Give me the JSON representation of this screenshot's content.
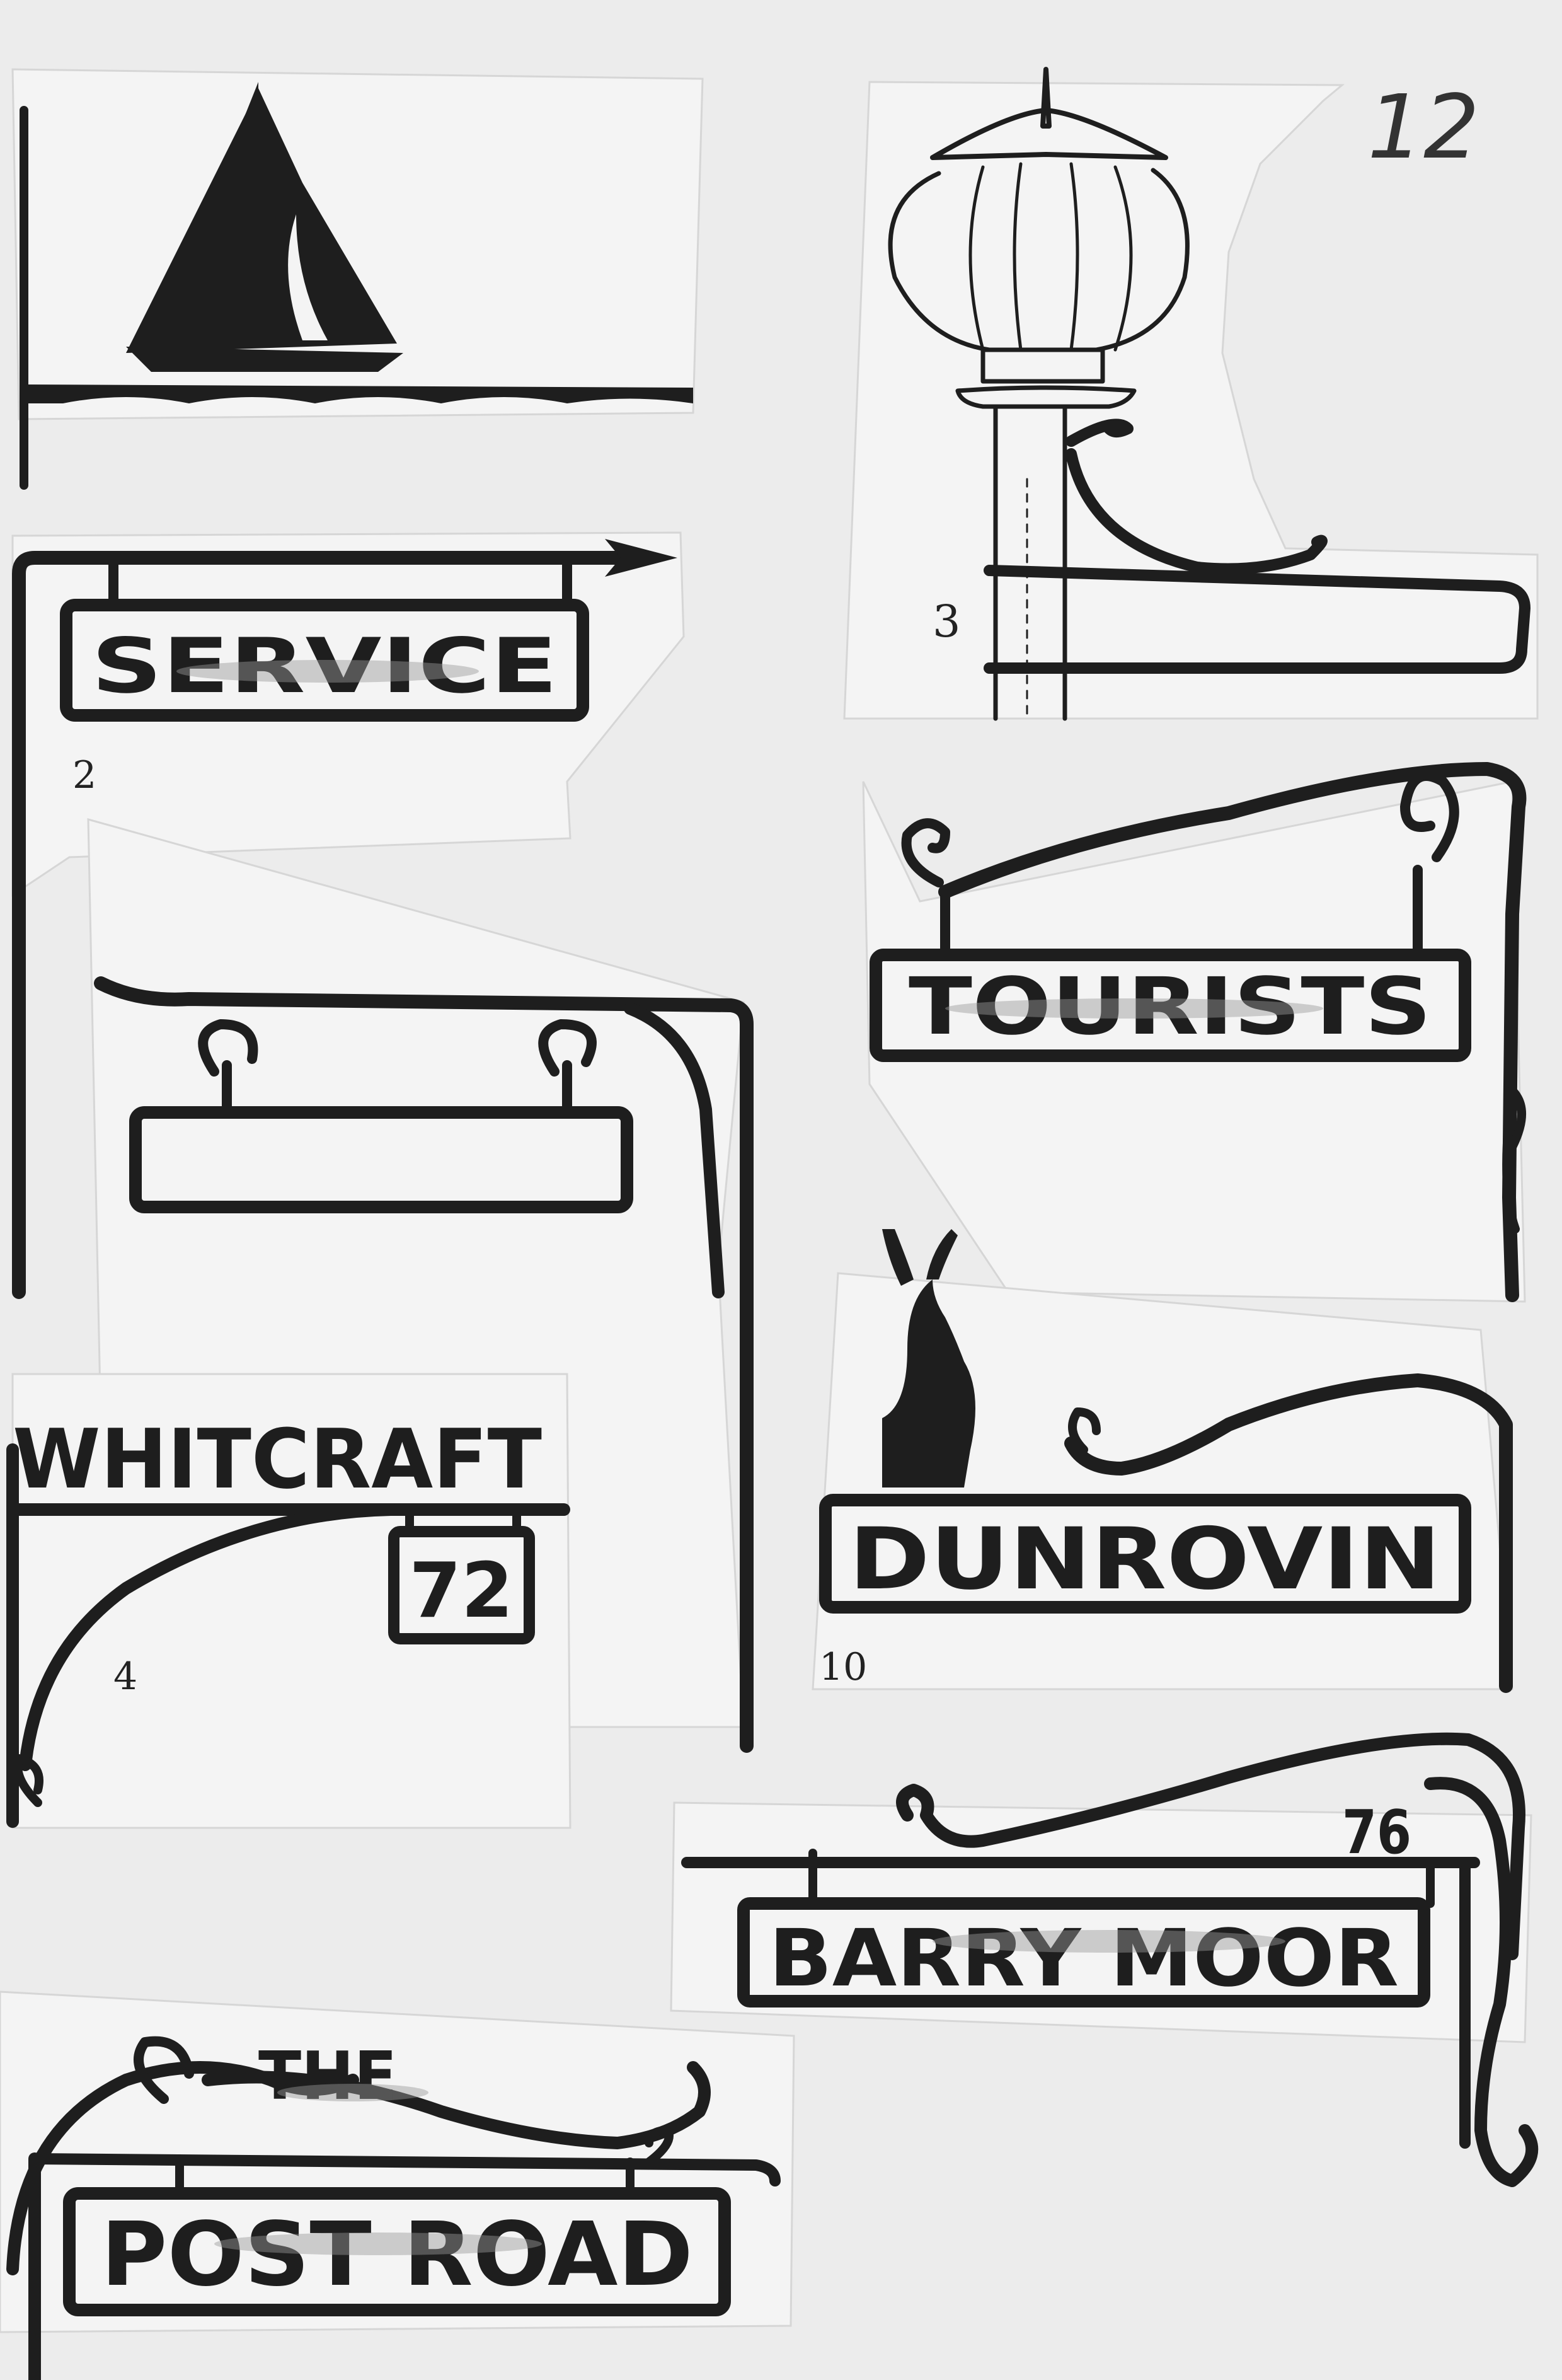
{
  "page": {
    "corner_number": "12"
  },
  "signs": [
    {
      "id": "sailboat",
      "number": ""
    },
    {
      "id": "service",
      "label": "SERVICE",
      "number": "2"
    },
    {
      "id": "lamp",
      "label": "",
      "number": "3"
    },
    {
      "id": "blank-bracket",
      "label": ""
    },
    {
      "id": "tourists",
      "label": "TOURISTS"
    },
    {
      "id": "whitcraft",
      "label": "WHITCRAFT",
      "house_number": "72",
      "number": "4"
    },
    {
      "id": "dunrovin",
      "label": "DUNROVIN",
      "number": "10"
    },
    {
      "id": "barry-moor",
      "label": "BARRY MOOR",
      "house_number": "76"
    },
    {
      "id": "post-road",
      "label_top": "THE",
      "label": "POST ROAD"
    }
  ],
  "colors": {
    "paper": "#f4f4f4",
    "ink": "#1e1e1e",
    "background": "#ececec"
  }
}
